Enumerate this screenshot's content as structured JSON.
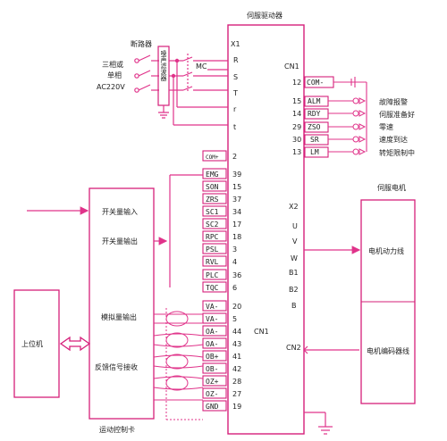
{
  "colors": {
    "line": "#e0338a",
    "box": "#d61f7a",
    "text": "#222222"
  },
  "driver": {
    "title": "伺服驱动器",
    "cn1_label": "CN1",
    "cn1_mid_label": "CN1",
    "cn2_label": "CN2",
    "power_terminals": [
      {
        "name": "X1"
      },
      {
        "name": "R"
      },
      {
        "name": "S"
      },
      {
        "name": "T"
      },
      {
        "name": "r"
      },
      {
        "name": "t"
      }
    ],
    "motor_terminals": [
      {
        "name": "X2"
      },
      {
        "name": "U"
      },
      {
        "name": "V"
      },
      {
        "name": "W"
      },
      {
        "name": "B1"
      },
      {
        "name": "B2"
      },
      {
        "name": "B"
      }
    ],
    "left_pins": [
      {
        "signal": "COM+",
        "pin": "2"
      },
      {
        "signal": "EMG",
        "pin": "39"
      },
      {
        "signal": "SON",
        "pin": "15"
      },
      {
        "signal": "ZRS",
        "pin": "37"
      },
      {
        "signal": "SC1",
        "pin": "34"
      },
      {
        "signal": "SC2",
        "pin": "17"
      },
      {
        "signal": "RPC",
        "pin": "18"
      },
      {
        "signal": "PSL",
        "pin": "3"
      },
      {
        "signal": "RVL",
        "pin": "4"
      },
      {
        "signal": "PLC",
        "pin": "36"
      },
      {
        "signal": "TQC",
        "pin": "6"
      },
      {
        "signal": "VA-",
        "pin": "20"
      },
      {
        "signal": "VA-",
        "pin": "5"
      },
      {
        "signal": "OA-",
        "pin": "44"
      },
      {
        "signal": "OA-",
        "pin": "43"
      },
      {
        "signal": "OB+",
        "pin": "41"
      },
      {
        "signal": "OB-",
        "pin": "42"
      },
      {
        "signal": "OZ+",
        "pin": "28"
      },
      {
        "signal": "OZ-",
        "pin": "27"
      },
      {
        "signal": "GND",
        "pin": "19"
      }
    ],
    "right_pins": [
      {
        "pin": "12",
        "signal": "COM-"
      },
      {
        "pin": "15",
        "signal": "ALM"
      },
      {
        "pin": "14",
        "signal": "RDY"
      },
      {
        "pin": "29",
        "signal": "ZSO"
      },
      {
        "pin": "30",
        "signal": "SR"
      },
      {
        "pin": "13",
        "signal": "LM"
      }
    ]
  },
  "power_input": {
    "breaker_label": "断路器",
    "source_line1": "三相或",
    "source_line2": "单相",
    "source_line3": "AC220V",
    "filter_label": "噪声滤波器",
    "contactor_label": "MC"
  },
  "status_outputs": [
    "故障报警",
    "伺服准备好",
    "零速",
    "速度到达",
    "转矩限制中"
  ],
  "motion_card": {
    "caption": "运动控制卡",
    "switch_in": "开关量输入",
    "switch_out": "开关量输出",
    "analog_out": "模拟量输出",
    "feedback_in": "反馈信号接收"
  },
  "host_pc": {
    "label": "上位机"
  },
  "motor": {
    "title": "伺服电机",
    "power_line": "电机动力线",
    "encoder_line": "电机编码器线"
  }
}
